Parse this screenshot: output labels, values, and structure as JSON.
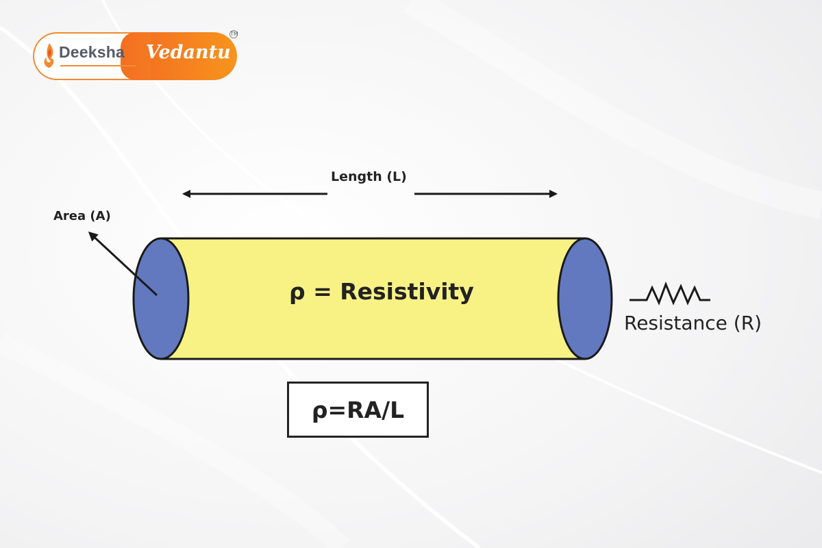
{
  "logo": {
    "left_text": "Deeksha",
    "right_text": "Vedantu",
    "trademark": "TM",
    "colors": {
      "orange": "#f36f21",
      "gray_text": "#555b66"
    }
  },
  "diagram": {
    "length_label": "Length (L)",
    "area_label": "Area (A)",
    "body_label": "ρ = Resistivity",
    "resistance_label": "Resistance (R)",
    "formula": "ρ=RA/L",
    "colors": {
      "cylinder_body": "#f8f285",
      "cylinder_ends": "#6279c0",
      "stroke": "#1a1a1a"
    }
  }
}
